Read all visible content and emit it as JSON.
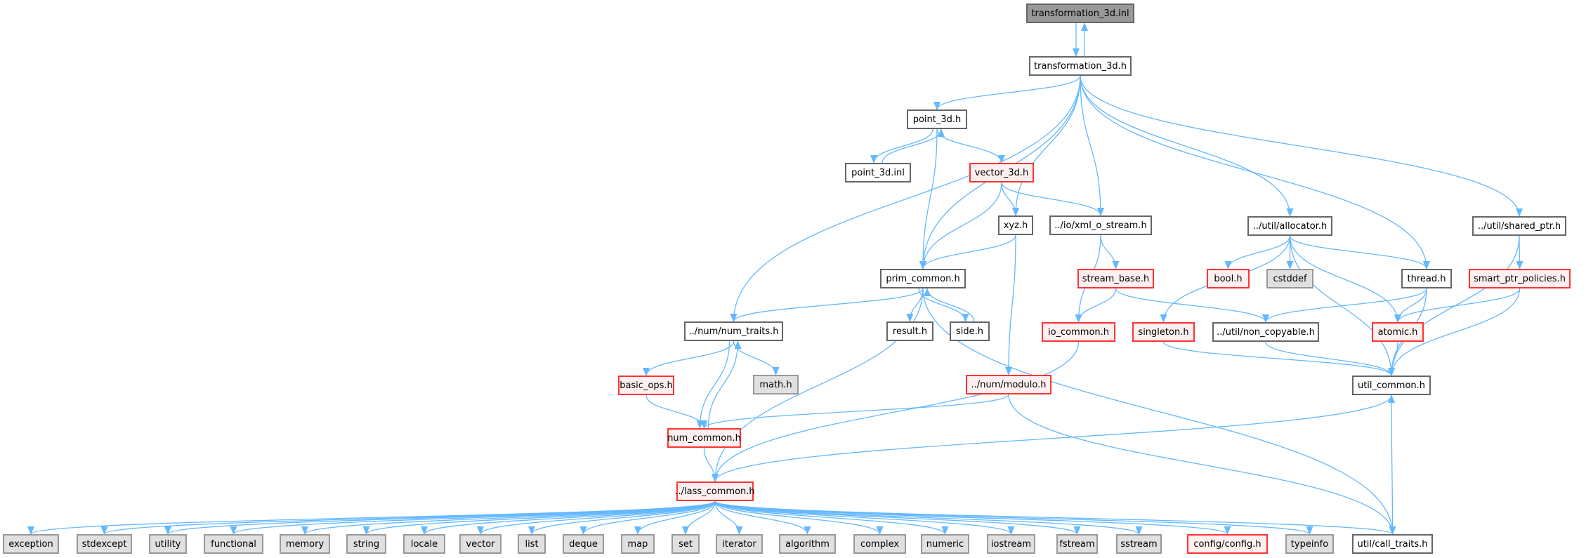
{
  "graph": {
    "edge_color": "#63b8ff",
    "nodes": {
      "root": {
        "label": "transformation_3d.inl",
        "kind": "root"
      },
      "t3d": {
        "label": "transformation_3d.h",
        "kind": "normal"
      },
      "p3d": {
        "label": "point_3d.h",
        "kind": "normal"
      },
      "p3dinl": {
        "label": "point_3d.inl",
        "kind": "normal"
      },
      "v3d": {
        "label": "vector_3d.h",
        "kind": "red"
      },
      "xyz": {
        "label": "xyz.h",
        "kind": "normal"
      },
      "xml": {
        "label": "../io/xml_o_stream.h",
        "kind": "normal"
      },
      "alloc": {
        "label": "../util/allocator.h",
        "kind": "normal"
      },
      "shptr": {
        "label": "../util/shared_ptr.h",
        "kind": "normal"
      },
      "prim": {
        "label": "prim_common.h",
        "kind": "normal"
      },
      "sbase": {
        "label": "stream_base.h",
        "kind": "red"
      },
      "bool": {
        "label": "bool.h",
        "kind": "red"
      },
      "cstddef": {
        "label": "cstddef",
        "kind": "sys"
      },
      "thread": {
        "label": "thread.h",
        "kind": "normal"
      },
      "smart": {
        "label": "smart_ptr_policies.h",
        "kind": "red"
      },
      "ntraits": {
        "label": "../num/num_traits.h",
        "kind": "normal"
      },
      "result": {
        "label": "result.h",
        "kind": "normal"
      },
      "side": {
        "label": "side.h",
        "kind": "normal"
      },
      "iocom": {
        "label": "io_common.h",
        "kind": "red"
      },
      "single": {
        "label": "singleton.h",
        "kind": "red"
      },
      "noncopy": {
        "label": "../util/non_copyable.h",
        "kind": "normal"
      },
      "atomic": {
        "label": "atomic.h",
        "kind": "red"
      },
      "basic": {
        "label": "basic_ops.h",
        "kind": "red"
      },
      "math": {
        "label": "math.h",
        "kind": "sys"
      },
      "modulo": {
        "label": "../num/modulo.h",
        "kind": "red"
      },
      "ucommon": {
        "label": "util_common.h",
        "kind": "normal"
      },
      "numcom": {
        "label": "num_common.h",
        "kind": "red"
      },
      "lass": {
        "label": "../lass_common.h",
        "kind": "red"
      },
      "exception": {
        "label": "exception",
        "kind": "sys"
      },
      "stdexcept": {
        "label": "stdexcept",
        "kind": "sys"
      },
      "utility": {
        "label": "utility",
        "kind": "sys"
      },
      "functional": {
        "label": "functional",
        "kind": "sys"
      },
      "memory": {
        "label": "memory",
        "kind": "sys"
      },
      "string": {
        "label": "string",
        "kind": "sys"
      },
      "locale": {
        "label": "locale",
        "kind": "sys"
      },
      "vector": {
        "label": "vector",
        "kind": "sys"
      },
      "list": {
        "label": "list",
        "kind": "sys"
      },
      "deque": {
        "label": "deque",
        "kind": "sys"
      },
      "map": {
        "label": "map",
        "kind": "sys"
      },
      "set": {
        "label": "set",
        "kind": "sys"
      },
      "iterator": {
        "label": "iterator",
        "kind": "sys"
      },
      "algorithm": {
        "label": "algorithm",
        "kind": "sys"
      },
      "complex": {
        "label": "complex",
        "kind": "sys"
      },
      "numeric": {
        "label": "numeric",
        "kind": "sys"
      },
      "iostream": {
        "label": "iostream",
        "kind": "sys"
      },
      "fstream": {
        "label": "fstream",
        "kind": "sys"
      },
      "sstream": {
        "label": "sstream",
        "kind": "sys"
      },
      "config": {
        "label": "config/config.h",
        "kind": "red"
      },
      "typeinfo": {
        "label": "typeinfo",
        "kind": "sys"
      },
      "calltr": {
        "label": "util/call_traits.h",
        "kind": "normal"
      }
    },
    "edges": [
      [
        "root",
        "t3d"
      ],
      [
        "t3d",
        "root"
      ],
      [
        "t3d",
        "p3d"
      ],
      [
        "t3d",
        "prim"
      ],
      [
        "t3d",
        "ntraits"
      ],
      [
        "t3d",
        "xyz"
      ],
      [
        "t3d",
        "xml"
      ],
      [
        "t3d",
        "alloc"
      ],
      [
        "t3d",
        "thread"
      ],
      [
        "t3d",
        "shptr"
      ],
      [
        "p3d",
        "p3dinl"
      ],
      [
        "p3dinl",
        "p3d"
      ],
      [
        "p3d",
        "v3d"
      ],
      [
        "p3d",
        "prim"
      ],
      [
        "v3d",
        "xyz"
      ],
      [
        "v3d",
        "xml"
      ],
      [
        "v3d",
        "prim"
      ],
      [
        "xyz",
        "prim"
      ],
      [
        "xyz",
        "modulo"
      ],
      [
        "xml",
        "sbase"
      ],
      [
        "xml",
        "iocom"
      ],
      [
        "sbase",
        "iocom"
      ],
      [
        "sbase",
        "noncopy"
      ],
      [
        "alloc",
        "bool"
      ],
      [
        "alloc",
        "cstddef"
      ],
      [
        "alloc",
        "single"
      ],
      [
        "alloc",
        "thread"
      ],
      [
        "alloc",
        "atomic"
      ],
      [
        "alloc",
        "ucommon"
      ],
      [
        "shptr",
        "smart"
      ],
      [
        "shptr",
        "ucommon"
      ],
      [
        "thread",
        "noncopy"
      ],
      [
        "thread",
        "atomic"
      ],
      [
        "thread",
        "ucommon"
      ],
      [
        "smart",
        "atomic"
      ],
      [
        "smart",
        "ucommon"
      ],
      [
        "prim",
        "ntraits"
      ],
      [
        "prim",
        "result"
      ],
      [
        "prim",
        "side"
      ],
      [
        "side",
        "prim"
      ],
      [
        "prim",
        "lass"
      ],
      [
        "prim",
        "calltr"
      ],
      [
        "ntraits",
        "basic"
      ],
      [
        "ntraits",
        "math"
      ],
      [
        "ntraits",
        "numcom"
      ],
      [
        "numcom",
        "ntraits"
      ],
      [
        "basic",
        "numcom"
      ],
      [
        "modulo",
        "numcom"
      ],
      [
        "modulo",
        "calltr"
      ],
      [
        "iocom",
        "lass"
      ],
      [
        "single",
        "ucommon"
      ],
      [
        "noncopy",
        "ucommon"
      ],
      [
        "atomic",
        "ucommon"
      ],
      [
        "ucommon",
        "lass"
      ],
      [
        "calltr",
        "ucommon"
      ],
      [
        "numcom",
        "lass"
      ],
      [
        "lass",
        "exception"
      ],
      [
        "lass",
        "stdexcept"
      ],
      [
        "lass",
        "utility"
      ],
      [
        "lass",
        "functional"
      ],
      [
        "lass",
        "memory"
      ],
      [
        "lass",
        "string"
      ],
      [
        "lass",
        "locale"
      ],
      [
        "lass",
        "vector"
      ],
      [
        "lass",
        "list"
      ],
      [
        "lass",
        "deque"
      ],
      [
        "lass",
        "map"
      ],
      [
        "lass",
        "set"
      ],
      [
        "lass",
        "iterator"
      ],
      [
        "lass",
        "algorithm"
      ],
      [
        "lass",
        "complex"
      ],
      [
        "lass",
        "numeric"
      ],
      [
        "lass",
        "iostream"
      ],
      [
        "lass",
        "fstream"
      ],
      [
        "lass",
        "sstream"
      ],
      [
        "lass",
        "config"
      ],
      [
        "lass",
        "typeinfo"
      ],
      [
        "lass",
        "calltr"
      ]
    ]
  }
}
